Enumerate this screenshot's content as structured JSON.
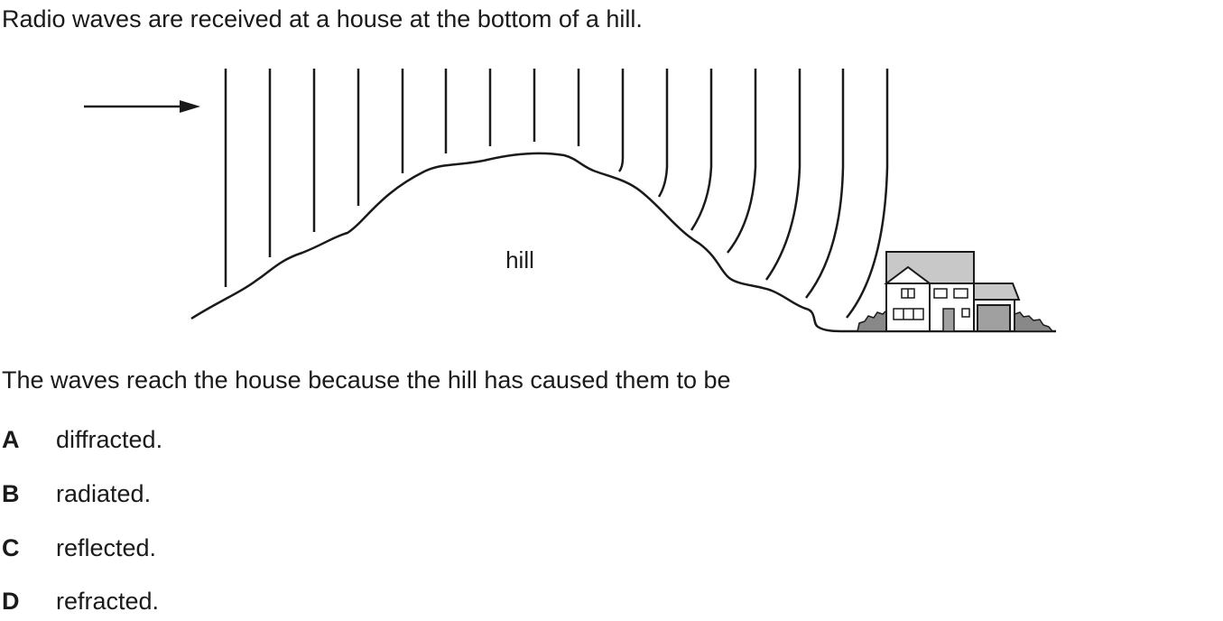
{
  "question": {
    "intro": "Radio waves are received at a house at the bottom of a hill.",
    "stem": "The waves reach the house because the hill has caused them to be",
    "options": [
      {
        "letter": "A",
        "text": "diffracted."
      },
      {
        "letter": "B",
        "text": "radiated."
      },
      {
        "letter": "C",
        "text": "reflected."
      },
      {
        "letter": "D",
        "text": "refracted."
      }
    ]
  },
  "diagram": {
    "hill_label": "hill",
    "icons": [
      "arrow-right-icon",
      "house-icon"
    ],
    "colors": {
      "line": "#1a1a1a",
      "roof": "#c8c8c8",
      "garage": "#a0a0a0",
      "bush": "#888888"
    }
  }
}
